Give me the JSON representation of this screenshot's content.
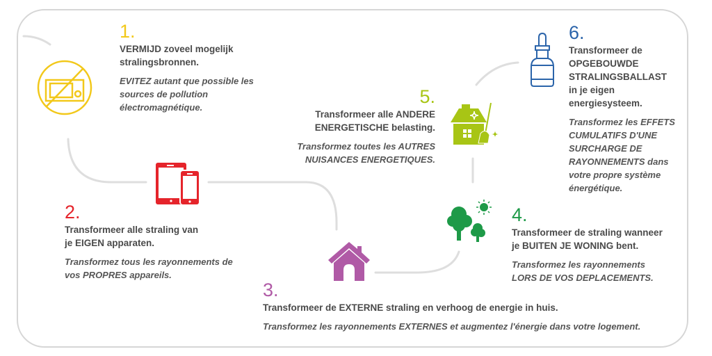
{
  "colors": {
    "step1": "#f2c81a",
    "step2": "#e5242b",
    "step3": "#b05aa6",
    "step4": "#1e9a48",
    "step5": "#a8c515",
    "step6": "#2b64aa",
    "path": "#dedede",
    "frame": "#d6d6d6",
    "text": "#4a4a4a"
  },
  "steps": [
    {
      "number": "1.",
      "icon": "no-microwave-icon",
      "nl": [
        "VERMIJD zoveel mogelijk",
        "stralingsbronnen."
      ],
      "fr": [
        "EVITEZ autant que possible les",
        "sources de pollution",
        "électromagnétique."
      ]
    },
    {
      "number": "2.",
      "icon": "tablet-phone-icon",
      "nl": [
        "Transformeer alle straling van",
        "je EIGEN apparaten."
      ],
      "fr": [
        "Transformez tous les rayonnements de",
        "vos PROPRES appareils."
      ]
    },
    {
      "number": "3.",
      "icon": "house-icon",
      "nl": [
        "Transformeer de EXTERNE straling en verhoog de energie in huis."
      ],
      "fr": [
        "Transformez les rayonnements EXTERNES et augmentez l'énergie dans votre logement."
      ]
    },
    {
      "number": "4.",
      "icon": "trees-sun-icon",
      "nl": [
        "Transformeer de straling wanneer",
        "je BUITEN JE WONING bent."
      ],
      "fr": [
        "Transformez les rayonnements",
        "LORS DE VOS DEPLACEMENTS."
      ]
    },
    {
      "number": "5.",
      "icon": "house-broom-icon",
      "nl": [
        "Transformeer alle ANDERE",
        "ENERGETISCHE belasting."
      ],
      "fr": [
        "Transformez toutes les AUTRES",
        "NUISANCES ENERGETIQUES."
      ]
    },
    {
      "number": "6.",
      "icon": "dropper-bottle-icon",
      "nl": [
        "Transformeer de",
        "OPGEBOUWDE",
        "STRALINGSBALLAST",
        "in je eigen",
        "energiesysteem."
      ],
      "fr": [
        "Transformez les EFFETS",
        "CUMULATIFS D'UNE",
        "SURCHARGE DE",
        "RAYONNEMENTS dans",
        "votre propre système",
        "énergétique."
      ]
    }
  ]
}
